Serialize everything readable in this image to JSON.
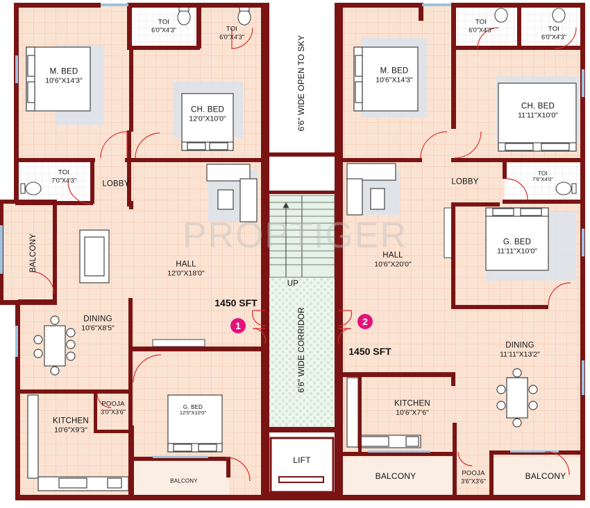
{
  "colors": {
    "wall": "#7a1414",
    "floor": "#fbe3d3",
    "grid": "#f1c7b2",
    "toilet_floor": "#f6f6f6",
    "stair_green": "#d6ecd8",
    "door": "#e04040",
    "badge": "#e3127a"
  },
  "watermark": "PROPTIGER",
  "flat1": {
    "area": "1450 SFT",
    "number": "1",
    "rooms": {
      "toi_a": {
        "name": "TOI",
        "dim": "6'0\"X4'3\""
      },
      "toi_b": {
        "name": "TOI",
        "dim": "6'0\"X4'3\""
      },
      "mbed": {
        "name": "M. BED",
        "dim": "10'6\"X14'3\""
      },
      "chbed": {
        "name": "CH. BED",
        "dim": "12'0\"X10'0\""
      },
      "toi_c": {
        "name": "TOI",
        "dim": "7'0\"X4'3\""
      },
      "lobby": {
        "name": "LOBBY"
      },
      "balcony_side": {
        "name": "BALCONY"
      },
      "hall": {
        "name": "HALL",
        "dim": "12'0\"X18'0\""
      },
      "dining": {
        "name": "DINING",
        "dim": "10'6\"X8'5\""
      },
      "gbed": {
        "name": "G. BED",
        "dim": "12'0\"X10'0\""
      },
      "pooja": {
        "name": "POOJA",
        "dim": "3'0\"X3'6\""
      },
      "kitchen": {
        "name": "KITCHEN",
        "dim": "10'6\"X9'3\""
      },
      "balcony": {
        "name": "BALCONY"
      }
    }
  },
  "flat2": {
    "area": "1450 SFT",
    "number": "2",
    "rooms": {
      "toi_a": {
        "name": "TOI",
        "dim": "6'0\"X4'3\""
      },
      "toi_b": {
        "name": "TOI",
        "dim": "6'0\"X4'3\""
      },
      "mbed": {
        "name": "M. BED",
        "dim": "10'6\"X14'3\""
      },
      "chbed": {
        "name": "CH. BED",
        "dim": "11'11\"X10'0\""
      },
      "lobby": {
        "name": "LOBBY"
      },
      "toi_c": {
        "name": "TOI",
        "dim": "7'6\"X4'0\""
      },
      "gbed": {
        "name": "G. BED",
        "dim": "11'11\"X10'0\""
      },
      "hall": {
        "name": "HALL",
        "dim": "10'6\"X20'0\""
      },
      "dining": {
        "name": "DINING",
        "dim": "11'11\"X13'2\""
      },
      "kitchen": {
        "name": "KITCHEN",
        "dim": "10'6\"X7'6\""
      },
      "balcony_a": {
        "name": "BALCONY"
      },
      "pooja": {
        "name": "POOJA",
        "dim": "3'6\"X3'6\""
      },
      "balcony_b": {
        "name": "BALCONY"
      }
    }
  },
  "core": {
    "sky": "6'6\" WIDE OPEN TO SKY",
    "corridor": "6'6\" WIDE CORRIDOR",
    "up": "UP",
    "lift": "LIFT"
  }
}
